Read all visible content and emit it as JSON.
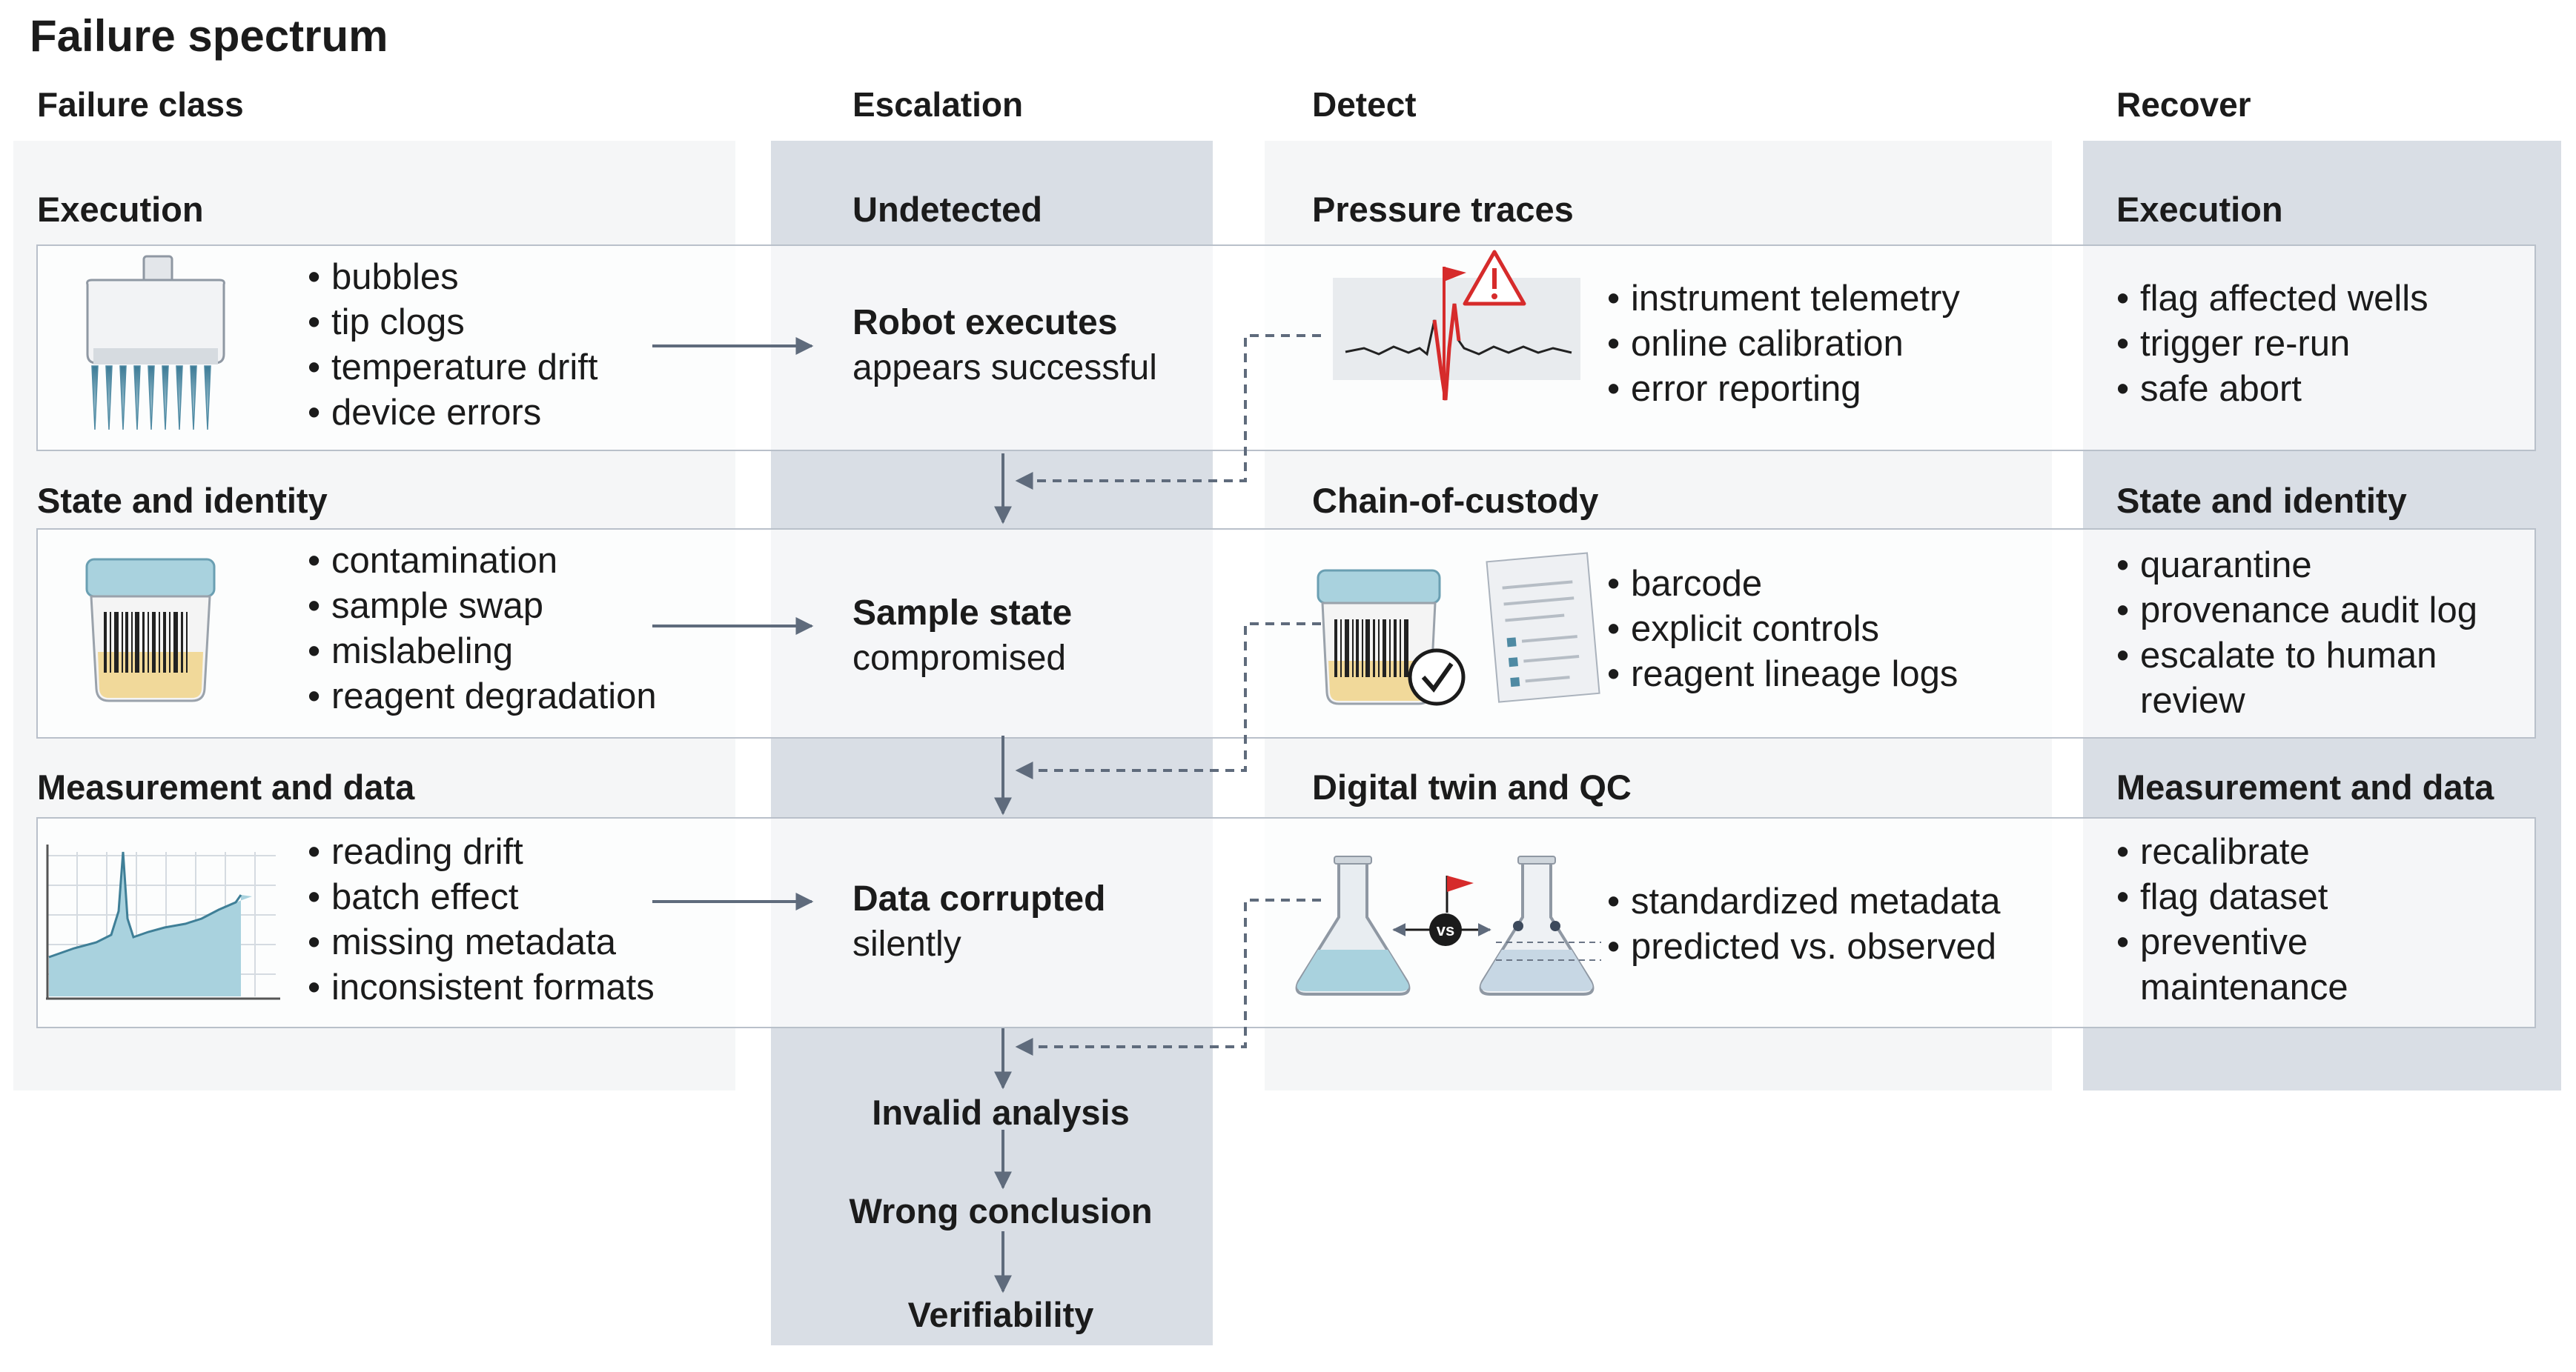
{
  "title": "Failure spectrum",
  "columns": {
    "failure_class": "Failure class",
    "escalation": "Escalation",
    "detect": "Detect",
    "recover": "Recover"
  },
  "rows": [
    {
      "class_title": "Execution",
      "class_items": [
        "bubbles",
        "tip clogs",
        "temperature drift",
        "device errors"
      ],
      "escalation_title": "Undetected",
      "escalation_bold": "Robot executes",
      "escalation_text": "appears successful",
      "detect_title": "Pressure traces",
      "detect_items": [
        "instrument telemetry",
        "online calibration",
        "error reporting"
      ],
      "recover_title": "Execution",
      "recover_items": [
        "flag affected wells",
        "trigger re-run",
        "safe abort"
      ]
    },
    {
      "class_title": "State and identity",
      "class_items": [
        "contamination",
        "sample swap",
        "mislabeling",
        "reagent degradation"
      ],
      "escalation_bold": "Sample state",
      "escalation_text": "compromised",
      "detect_title": "Chain-of-custody",
      "detect_items": [
        "barcode",
        "explicit controls",
        "reagent lineage logs"
      ],
      "recover_title": "State and identity",
      "recover_items": [
        "quarantine",
        "provenance audit log",
        "escalate to human",
        "review"
      ]
    },
    {
      "class_title": "Measurement and data",
      "class_items": [
        "reading drift",
        "batch effect",
        "missing metadata",
        "inconsistent formats"
      ],
      "escalation_bold": "Data corrupted",
      "escalation_text": "silently",
      "detect_title": "Digital twin and QC",
      "detect_items": [
        "standardized metadata",
        "predicted vs. observed"
      ],
      "recover_title": "Measurement and data",
      "recover_items": [
        "recalibrate",
        "flag dataset",
        "preventive",
        "maintenance"
      ]
    }
  ],
  "cascade": [
    "Invalid analysis",
    "Wrong conclusion",
    "Verifiability"
  ],
  "icons": {
    "row1_class": "pipette-icon",
    "row1_detect": "pressure-trace-warning-icon",
    "row2_class": "sample-jar-barcode-icon",
    "row2_detect": "jar-checkmark-document-icon",
    "row3_class": "drift-chart-icon",
    "row3_detect": "flask-vs-flask-icon"
  },
  "vs_label": "vs",
  "colors": {
    "panel_light": "#f5f6f7",
    "panel_blue": "#d9dee5",
    "arrow": "#5f6b7c",
    "alert_red": "#d62b2b",
    "liquid_blue": "#a9d2de"
  }
}
